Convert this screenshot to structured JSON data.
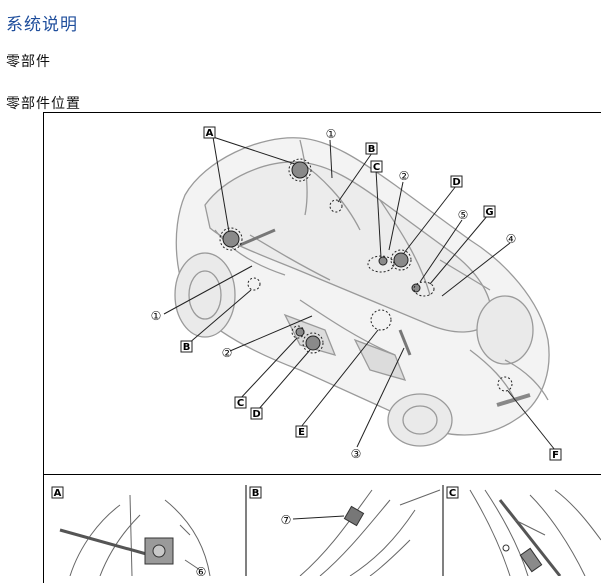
{
  "headings": {
    "system": "系统说明",
    "components": "零部件",
    "location": "零部件位置"
  },
  "callouts": {
    "letters": [
      "A",
      "B",
      "C",
      "D",
      "E",
      "F",
      "G"
    ],
    "numbers": [
      "①",
      "②",
      "③",
      "④",
      "⑤",
      "⑦"
    ],
    "panel_a_number": "⑥"
  },
  "panels": [
    "A",
    "B",
    "C"
  ]
}
